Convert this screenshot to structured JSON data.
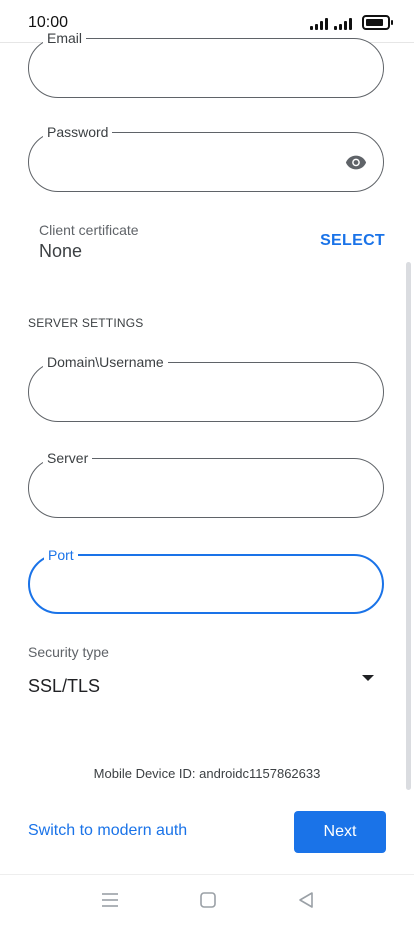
{
  "status_bar": {
    "time": "10:00"
  },
  "form": {
    "email": {
      "label": "Email",
      "value": ""
    },
    "password": {
      "label": "Password",
      "value": ""
    },
    "client_certificate": {
      "label": "Client certificate",
      "value": "None",
      "action": "SELECT"
    },
    "server_settings_header": "SERVER SETTINGS",
    "domain_username": {
      "label": "Domain\\Username",
      "value": ""
    },
    "server": {
      "label": "Server",
      "value": ""
    },
    "port": {
      "label": "Port",
      "value": ""
    },
    "security_type": {
      "label": "Security type",
      "value": "SSL/TLS"
    }
  },
  "footer": {
    "device_id": "Mobile Device ID: androidc1157862633",
    "switch_auth": "Switch to modern auth",
    "next": "Next"
  },
  "colors": {
    "accent": "#1a73e8",
    "outline": "#5f6368"
  },
  "icons": [
    "signal-icon",
    "battery-icon",
    "visibility-icon",
    "dropdown-arrow-icon",
    "menu-icon",
    "home-icon",
    "back-icon"
  ]
}
